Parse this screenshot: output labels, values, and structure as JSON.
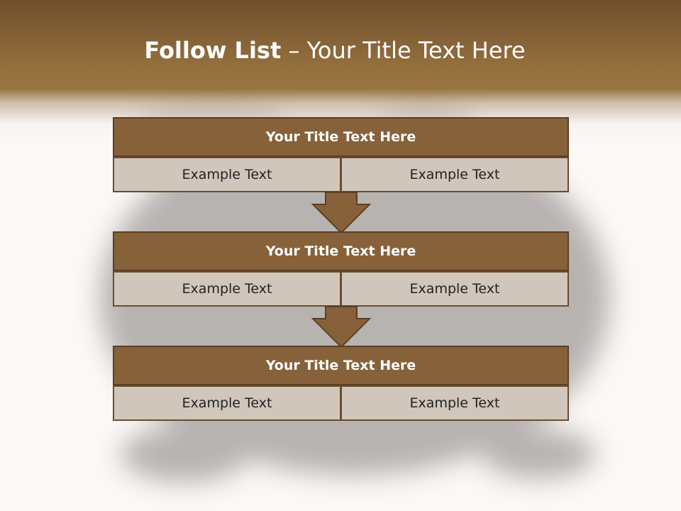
{
  "slide": {
    "title_bold": "Follow List",
    "title_rest": "– Your Title Text Here"
  },
  "blocks": [
    {
      "title": "Your Title Text Here",
      "left": "Example Text",
      "right": "Example Text"
    },
    {
      "title": "Your Title Text Here",
      "left": "Example Text",
      "right": "Example Text"
    },
    {
      "title": "Your Title Text Here",
      "left": "Example Text",
      "right": "Example Text"
    }
  ],
  "colors": {
    "header": "#94703f",
    "block_title": "#86613a",
    "cell": "#d1c6bb",
    "arrow": "#86613a"
  }
}
